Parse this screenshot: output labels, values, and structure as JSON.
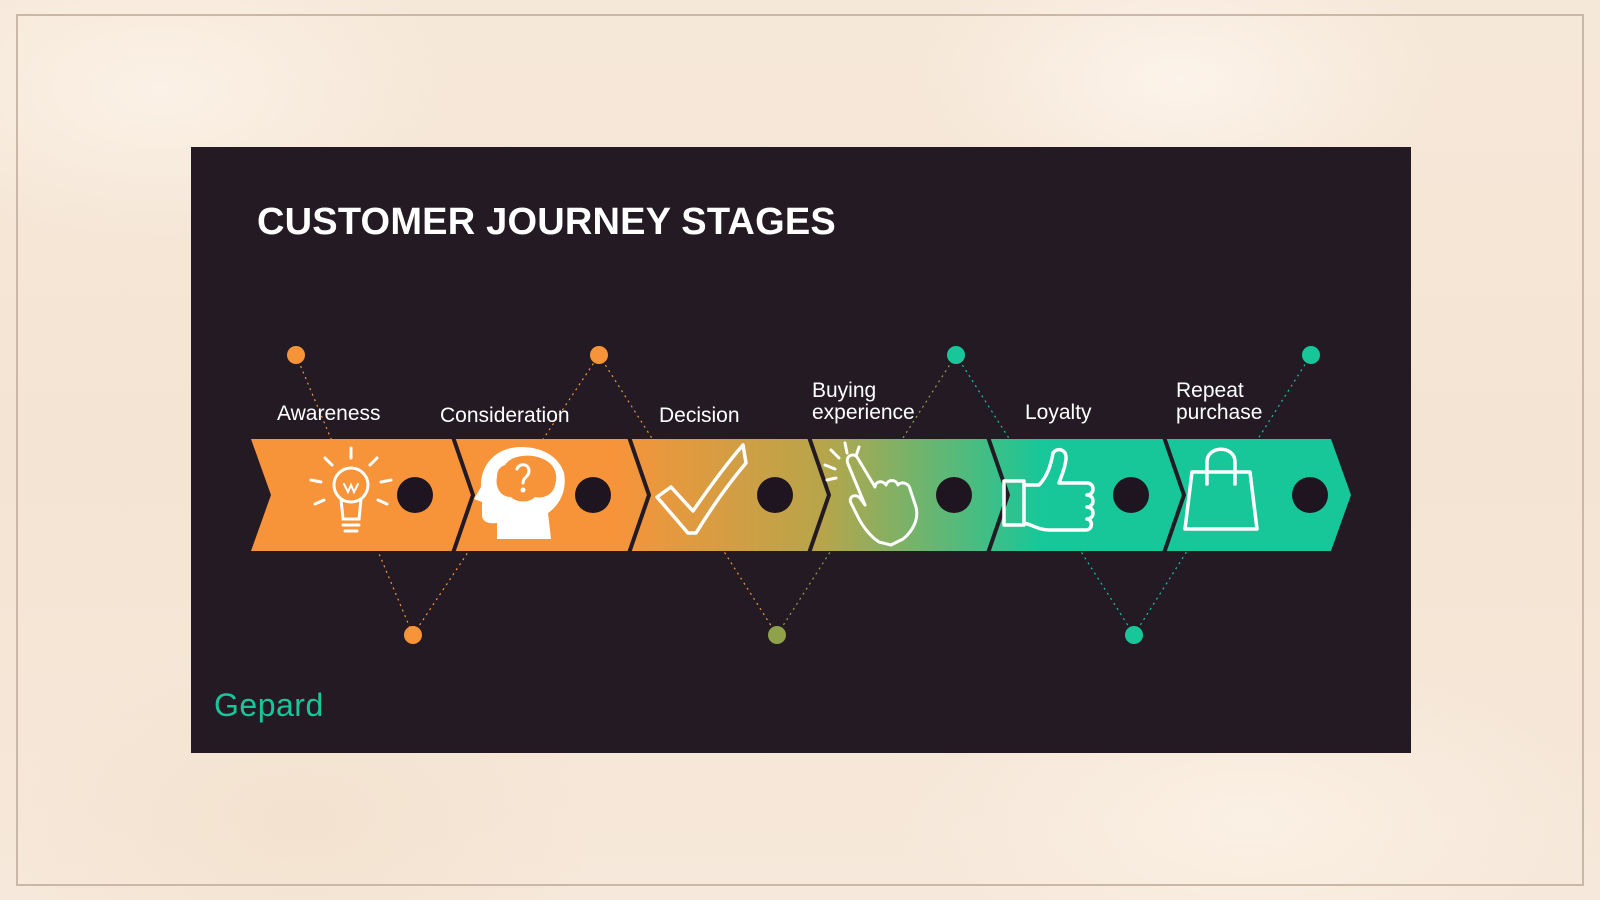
{
  "slide": {
    "title": "CUSTOMER JOURNEY STAGES",
    "brand": "Gepard"
  },
  "stages": [
    {
      "label": "Awareness",
      "icon": "lightbulb-icon"
    },
    {
      "label": "Consideration",
      "icon": "brain-question-icon"
    },
    {
      "label": "Decision",
      "icon": "checkmark-icon"
    },
    {
      "label": "Buying experience",
      "label_lines": [
        "Buying",
        "experience"
      ],
      "icon": "pointing-hand-icon"
    },
    {
      "label": "Loyalty",
      "icon": "thumbs-up-icon"
    },
    {
      "label": "Repeat purchase",
      "label_lines": [
        "Repeat",
        "purchase"
      ],
      "icon": "shopping-bag-icon"
    }
  ],
  "colors": {
    "background": "#f7ebde",
    "slide": "#231a24",
    "orange": "#f7943a",
    "olive": "#8fa24a",
    "green": "#17c79a",
    "node_dark": "#1e1520",
    "title": "#ffffff"
  }
}
